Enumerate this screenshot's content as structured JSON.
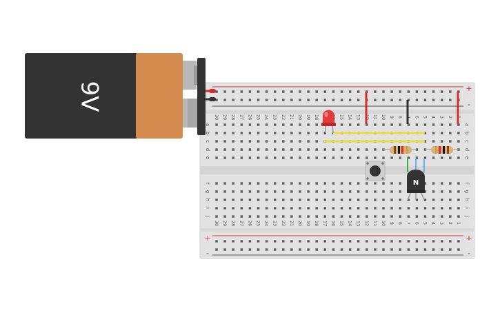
{
  "battery": {
    "label": "9V",
    "body_color": "#333333",
    "cap_color": "#d48d4f"
  },
  "breadboard": {
    "columns": [
      "30",
      "29",
      "28",
      "27",
      "26",
      "25",
      "24",
      "23",
      "22",
      "21",
      "20",
      "19",
      "18",
      "17",
      "16",
      "15",
      "14",
      "13",
      "12",
      "11",
      "10",
      "9",
      "8",
      "7",
      "6",
      "5",
      "4",
      "3",
      "2",
      "1"
    ],
    "rows_top": [
      "a",
      "b",
      "c",
      "d",
      "e"
    ],
    "rows_bottom": [
      "f",
      "g",
      "h",
      "i",
      "j"
    ],
    "rail_plus": "+",
    "rail_minus": "-"
  },
  "transistor": {
    "label": "N"
  },
  "colors": {
    "wire_red": "#d82a2a",
    "wire_black": "#333333",
    "wire_yellow": "#e8dc3c",
    "led_red": "#e23b3b",
    "rail_red": "#d83c3c"
  }
}
